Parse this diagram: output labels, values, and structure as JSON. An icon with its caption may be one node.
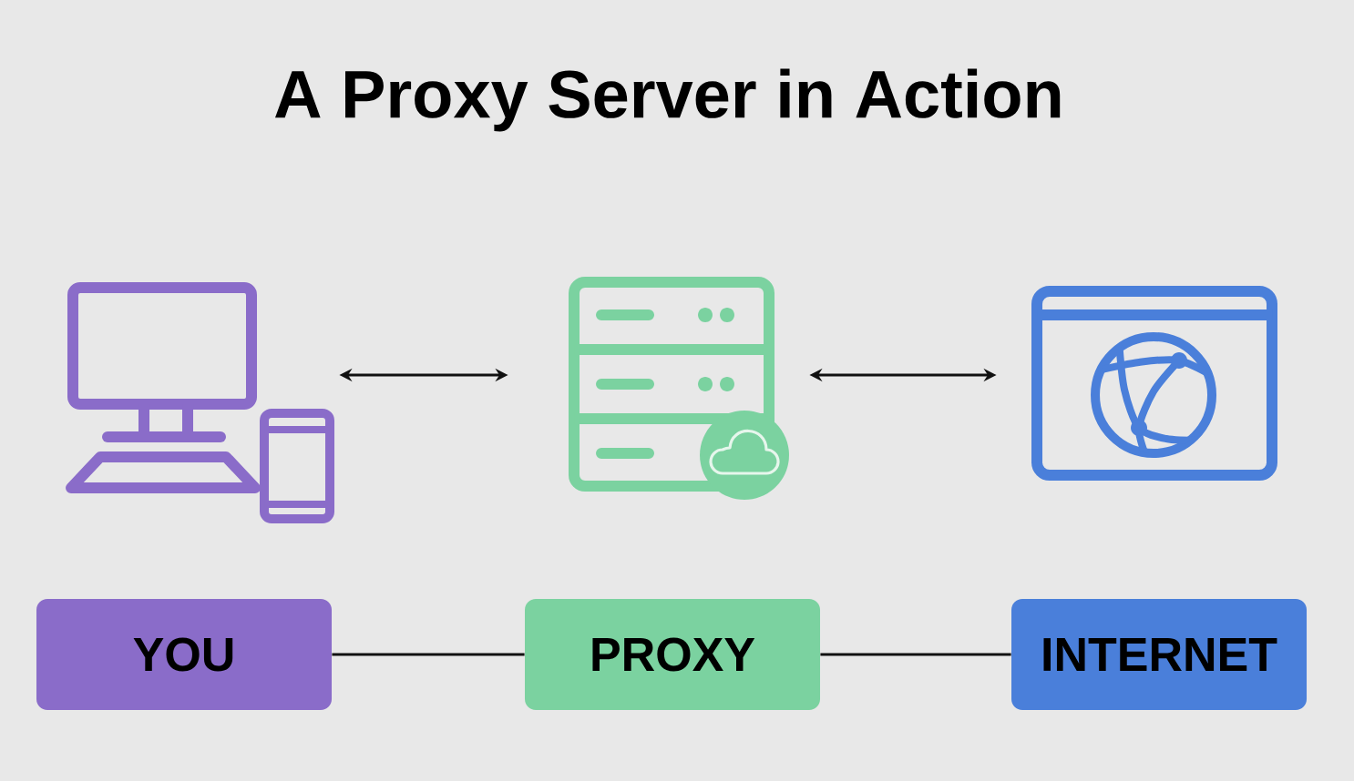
{
  "diagram": {
    "title": "A Proxy Server in Action",
    "nodes": [
      {
        "text": [],
        "shape": "picture"
      },
      {
        "text": [],
        "shape": "picture"
      },
      {
        "text": [],
        "shape": "picture"
      },
      {
        "text": [
          "YOU"
        ]
      },
      {
        "text": [
          "PROXY"
        ]
      },
      {
        "text": [
          "INTERNET"
        ]
      }
    ],
    "edges": [
      {
        "from": 0,
        "to": 1,
        "arrow": "both"
      },
      {
        "from": 1,
        "to": 2,
        "arrow": "both"
      },
      {
        "from": 3,
        "to": 4,
        "arrow": "none"
      },
      {
        "from": 4,
        "to": 5,
        "arrow": "none"
      }
    ]
  }
}
